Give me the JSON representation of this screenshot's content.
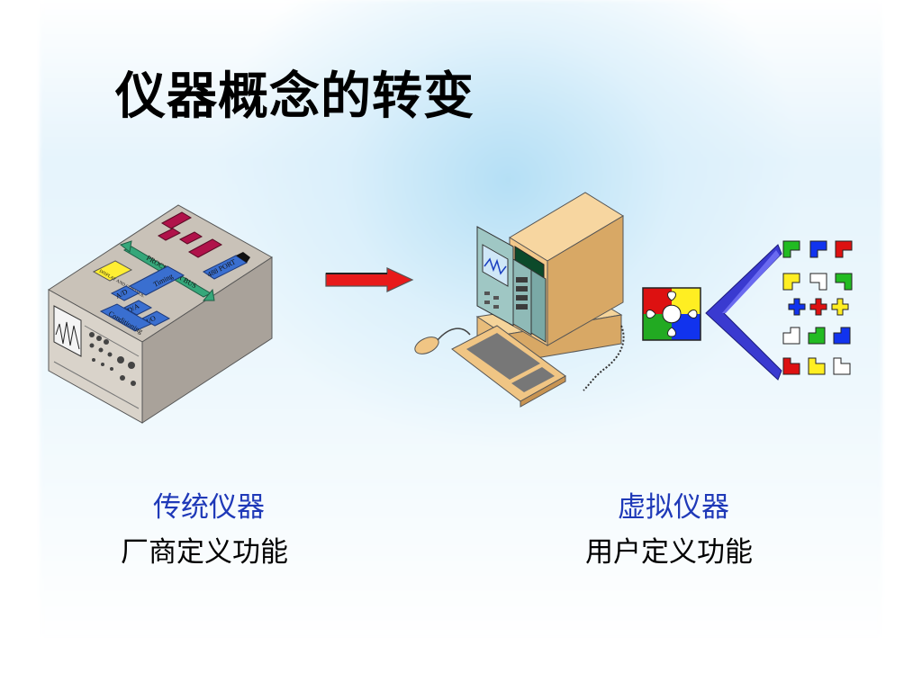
{
  "title": "仪器概念的转变",
  "traditional": {
    "name": "传统仪器",
    "desc": "厂商定义功能",
    "modules": {
      "display": "DISPLAY AND CONTROL",
      "bus": "PROCESSOR BUS",
      "port": "488 PORT",
      "timing": "Timing",
      "ad": "A/D",
      "da": "D/A",
      "io": "I/O",
      "conditioning": "Conditioning"
    }
  },
  "virtual": {
    "name": "虚拟仪器",
    "desc": "用户定义功能"
  },
  "colors": {
    "caption_blue": "#1f39b8",
    "arrow_red": "#e81a1a",
    "arrow_blue": "#3a3ad0",
    "chip_crimson": "#b0124a",
    "bus_green": "#35a77a",
    "module_blue": "#3a6fd0",
    "display_yellow": "#ffee33",
    "computer_tan": "#f2c88a"
  }
}
